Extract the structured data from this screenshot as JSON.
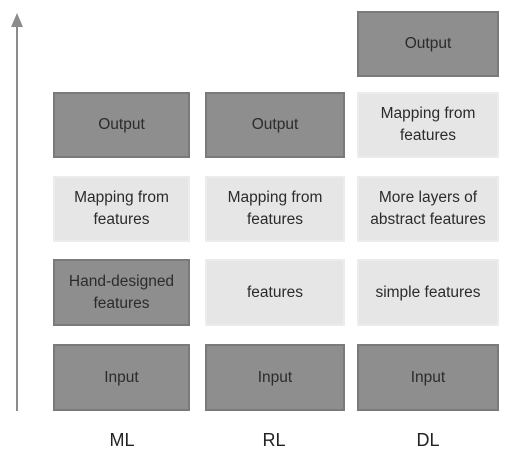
{
  "columns": {
    "ml": "ML",
    "rl": "RL",
    "dl": "DL"
  },
  "ml": {
    "input": "Input",
    "features": "Hand-designed features",
    "mapping": "Mapping from features",
    "output": "Output"
  },
  "rl": {
    "input": "Input",
    "features": "features",
    "mapping": "Mapping from features",
    "output": "Output"
  },
  "dl": {
    "input": "Input",
    "simple": "simple features",
    "abstract": "More layers of abstract features",
    "mapping": "Mapping from features",
    "output": "Output"
  },
  "colors": {
    "dark_box": "#8e8e8e",
    "light_box": "#e6e6e6",
    "arrow": "#8c8c8c"
  }
}
